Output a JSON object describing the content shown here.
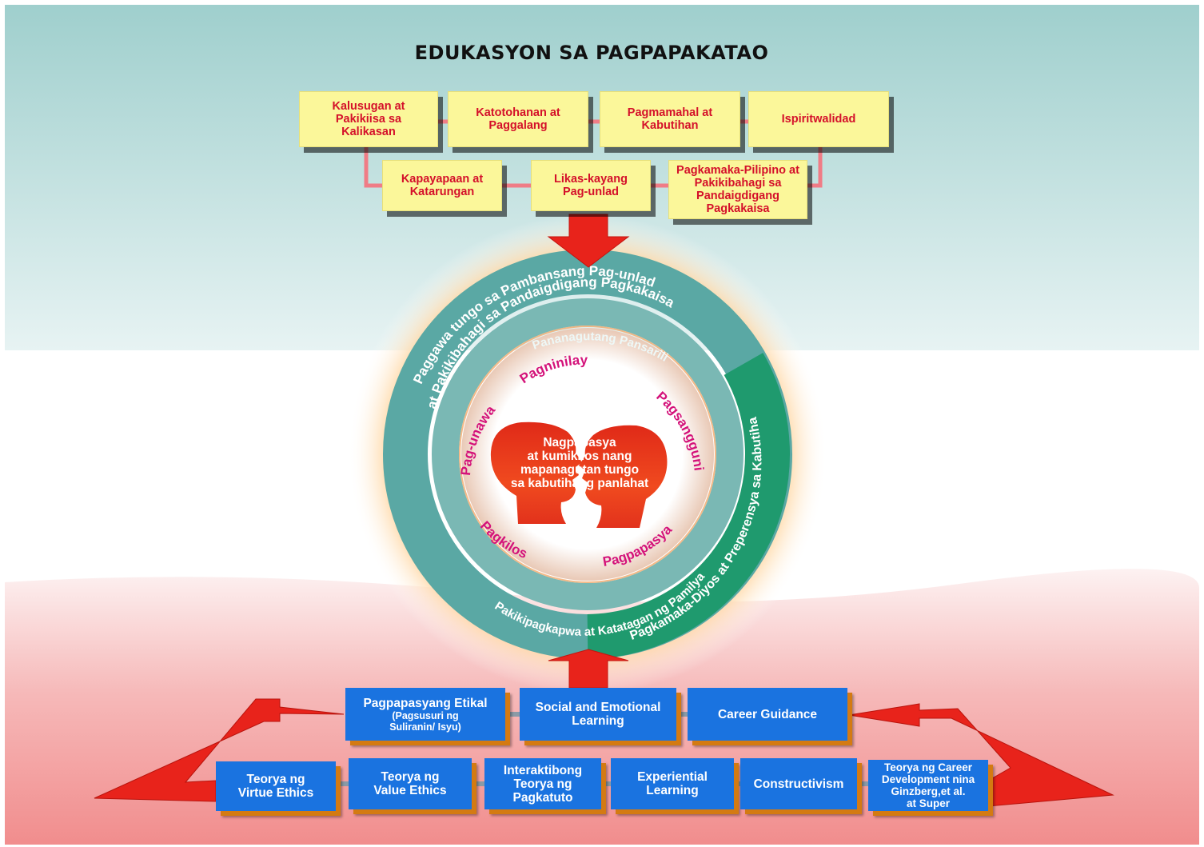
{
  "title": "EDUKASYON SA PAGPAPAKATAO",
  "core_values": [
    "Kalusugan at Pakikiisa sa Kalikasan",
    "Katotohanan at Paggalang",
    "Pagmamahal at Kabutihan",
    "Ispiritwalidad",
    "Kapayapaan at Katarungan",
    "Likas-kayang Pag-unlad",
    "Pagkamaka-Pilipino at Pakikibahagi sa Pandaigdigang Pagkakaisa"
  ],
  "outer_ring": {
    "line1": "Paggawa tungo sa Pambansang Pag-unlad",
    "line2": "at Pakikibahagi sa Pandaigdigang Pagkakaisa",
    "right": "Pagkamaka-Diyos at Preperensya sa Kabutihan"
  },
  "middle_ring": {
    "top": "Pananagutang Pansarili",
    "bottom": "Pakikipagkapwa at Katatagan ng Pamilya"
  },
  "inner_ring": {
    "top": "Pagninilay",
    "left": "Pag-unawa",
    "right": "Pagsangguni",
    "bottom_left": "Pagkilos",
    "bottom_right": "Pagpapasya"
  },
  "center": {
    "line1": "Nagpapasya",
    "line2": "at kumikilos nang",
    "line3": "mapanagutan tungo",
    "line4": "sa kabutihang panlahat"
  },
  "approaches": {
    "ethical": "Pagpapasyang Etikal",
    "ethical_sub1": "(Pagsusuri ng",
    "ethical_sub2": "Suliranin/ Isyu)",
    "sel_line1": "Social and Emotional",
    "sel_line2": "Learning",
    "career": "Career Guidance"
  },
  "theories": [
    {
      "l1": "Teorya ng",
      "l2": "Virtue Ethics",
      "l3": "",
      "l4": ""
    },
    {
      "l1": "Teorya ng",
      "l2": "Value Ethics",
      "l3": "",
      "l4": ""
    },
    {
      "l1": "Interaktibong",
      "l2": "Teorya ng",
      "l3": "Pagkatuto",
      "l4": ""
    },
    {
      "l1": "Experiential",
      "l2": "Learning",
      "l3": "",
      "l4": ""
    },
    {
      "l1": "Constructivism",
      "l2": "",
      "l3": "",
      "l4": ""
    },
    {
      "l1": "Teorya ng Career",
      "l2": "Development nina",
      "l3": "Ginzberg,et al.",
      "l4": "at Super"
    }
  ],
  "colors": {
    "box_yellow": "#fbf79a",
    "box_text_red": "#d4102a",
    "box_blue": "#1a73e0",
    "ring_teal": "#5aa8a4",
    "ring_green": "#1f9a6e",
    "arrow_red": "#e8231b",
    "inner_text_magenta": "#d4127a"
  }
}
